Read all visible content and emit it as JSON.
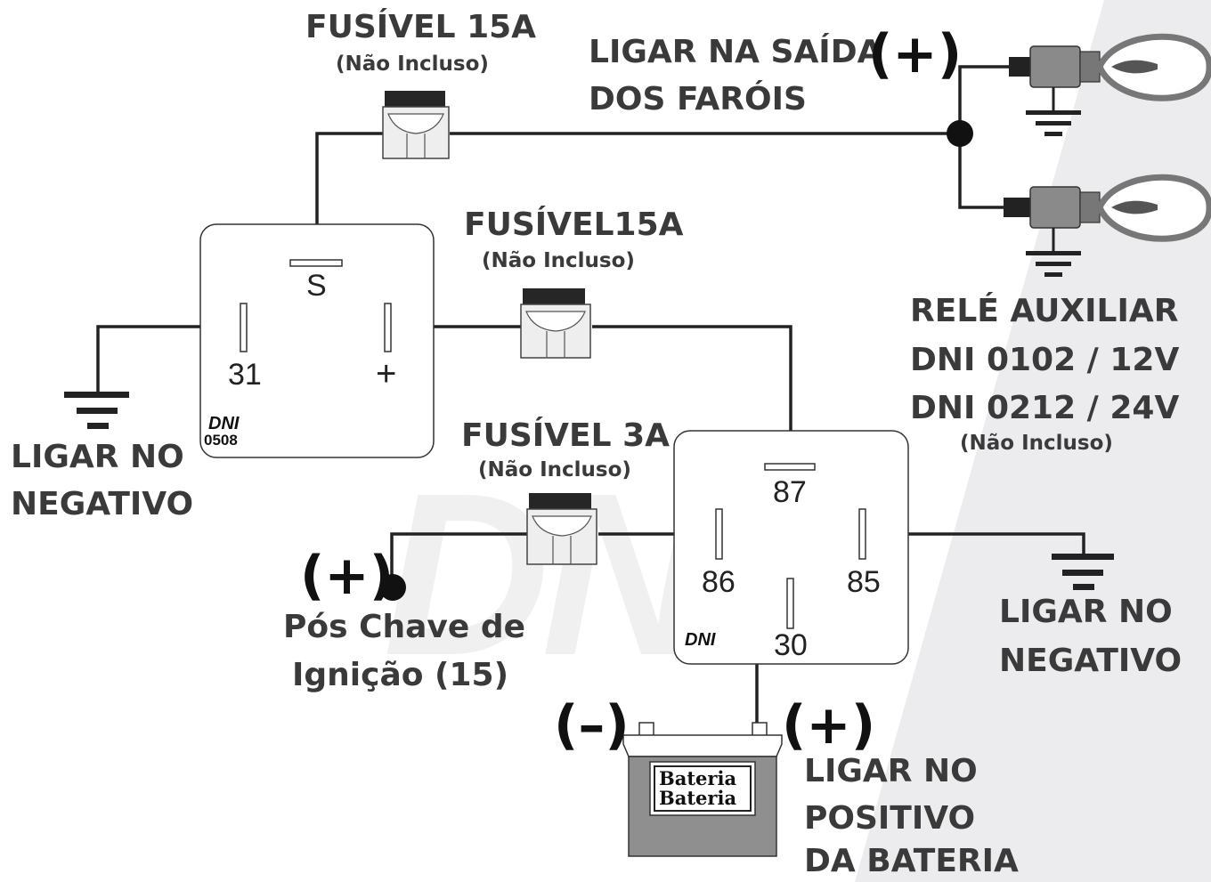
{
  "diagram": {
    "fuse_top": {
      "title": "FUSÍVEL 15A",
      "subtitle": "(Não Incluso)"
    },
    "fuse_mid": {
      "title": "FUSÍVEL15A",
      "subtitle": "(Não Incluso)"
    },
    "fuse_low": {
      "title": "FUSÍVEL 3A",
      "subtitle": "(Não Incluso)"
    },
    "headlight_output": {
      "line1": "LIGAR NA SAÍDA",
      "line2": "DOS FARÓIS",
      "sign": "(+)"
    },
    "relay_aux": {
      "line1": "RELÉ AUXILIAR",
      "line2": "DNI 0102 / 12V",
      "line3": "DNI 0212 / 24V",
      "note": "(Não Incluso)"
    },
    "module": {
      "brand": "DNI",
      "model": "0508",
      "pin_s": "S",
      "pin_31": "31",
      "pin_plus": "+"
    },
    "relay": {
      "brand": "DNI",
      "pin_87": "87",
      "pin_86": "86",
      "pin_85": "85",
      "pin_30": "30"
    },
    "ground_left": {
      "line1": "LIGAR NO",
      "line2": "NEGATIVO"
    },
    "ground_right": {
      "line1": "LIGAR NO",
      "line2": "NEGATIVO"
    },
    "ignition": {
      "sign": "(+)",
      "line1": "Pós Chave de",
      "line2": "Ignição (15)"
    },
    "battery": {
      "neg": "(–)",
      "pos": "(+)",
      "label1": "Bateria",
      "label2": "Bateria",
      "line1": "LIGAR NO",
      "line2": "POSITIVO",
      "line3": "DA BATERIA"
    },
    "watermark": "DNI"
  },
  "colors": {
    "wire": "#222222",
    "text": "#3a3a3a",
    "panel": "#ececee",
    "fuse_body": "#eeeeee",
    "fuse_cap": "#262626",
    "lamp": "#7a7a7a"
  }
}
